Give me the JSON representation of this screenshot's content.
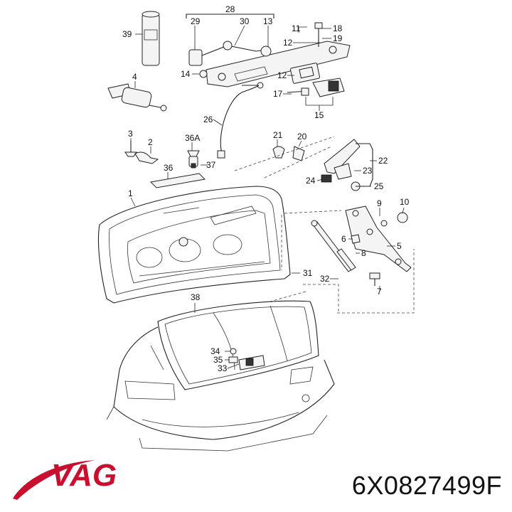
{
  "brand": {
    "logo_text": "VAG",
    "logo_color": "#c8102e",
    "swoosh_color": "#c8102e"
  },
  "part_number": "6X0827499F",
  "diagram": {
    "callouts": [
      "28",
      "29",
      "30",
      "13",
      "18",
      "19",
      "39",
      "11",
      "12",
      "4",
      "14",
      "12",
      "17",
      "15",
      "26",
      "3",
      "2",
      "36A",
      "37",
      "21",
      "20",
      "22",
      "23",
      "36",
      "24",
      "25",
      "1",
      "9",
      "10",
      "6",
      "5",
      "31",
      "32",
      "8",
      "7",
      "38",
      "34",
      "35",
      "33"
    ]
  }
}
